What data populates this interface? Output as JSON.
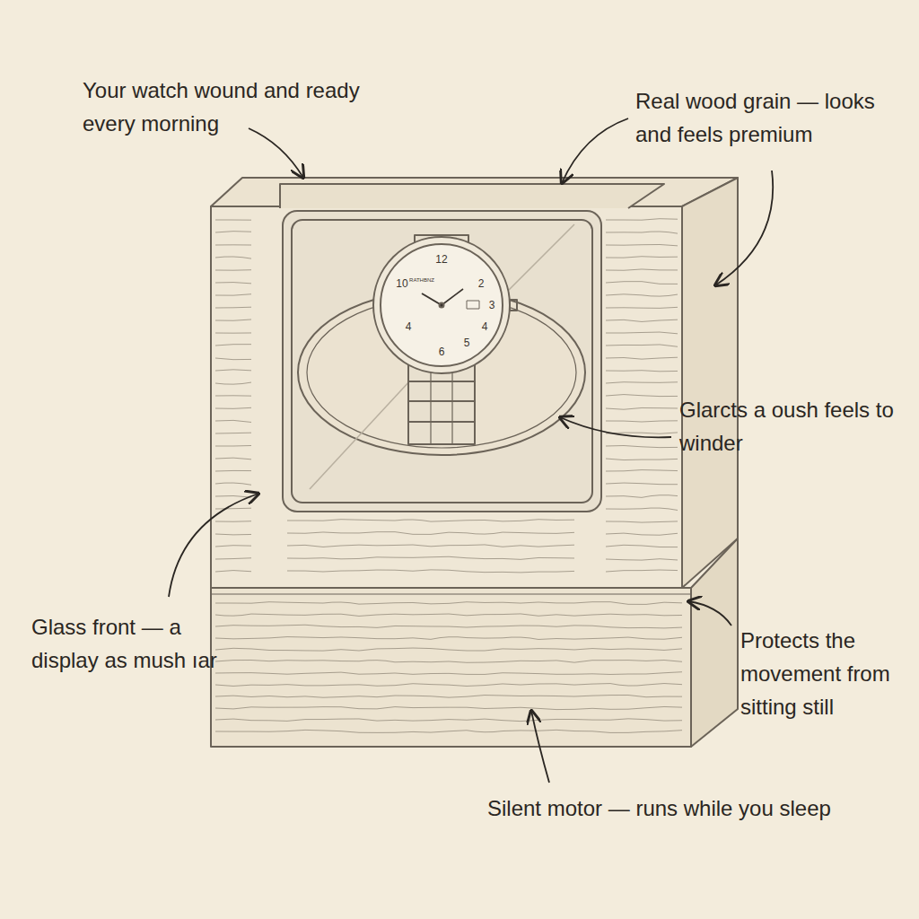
{
  "diagram": {
    "labels": [
      "Your watch wound and ready every morning",
      "Real wood grain — looks and feels premium",
      "Glarcts a oush feels to winder",
      "Glass front — a display as mush ıar",
      "Protects the movement from sitting still",
      "Silent motor — runs while you sleep",
      "12",
      "2",
      "10",
      "3",
      "4",
      "5",
      "6",
      "4",
      "RATHBNZ"
    ]
  }
}
